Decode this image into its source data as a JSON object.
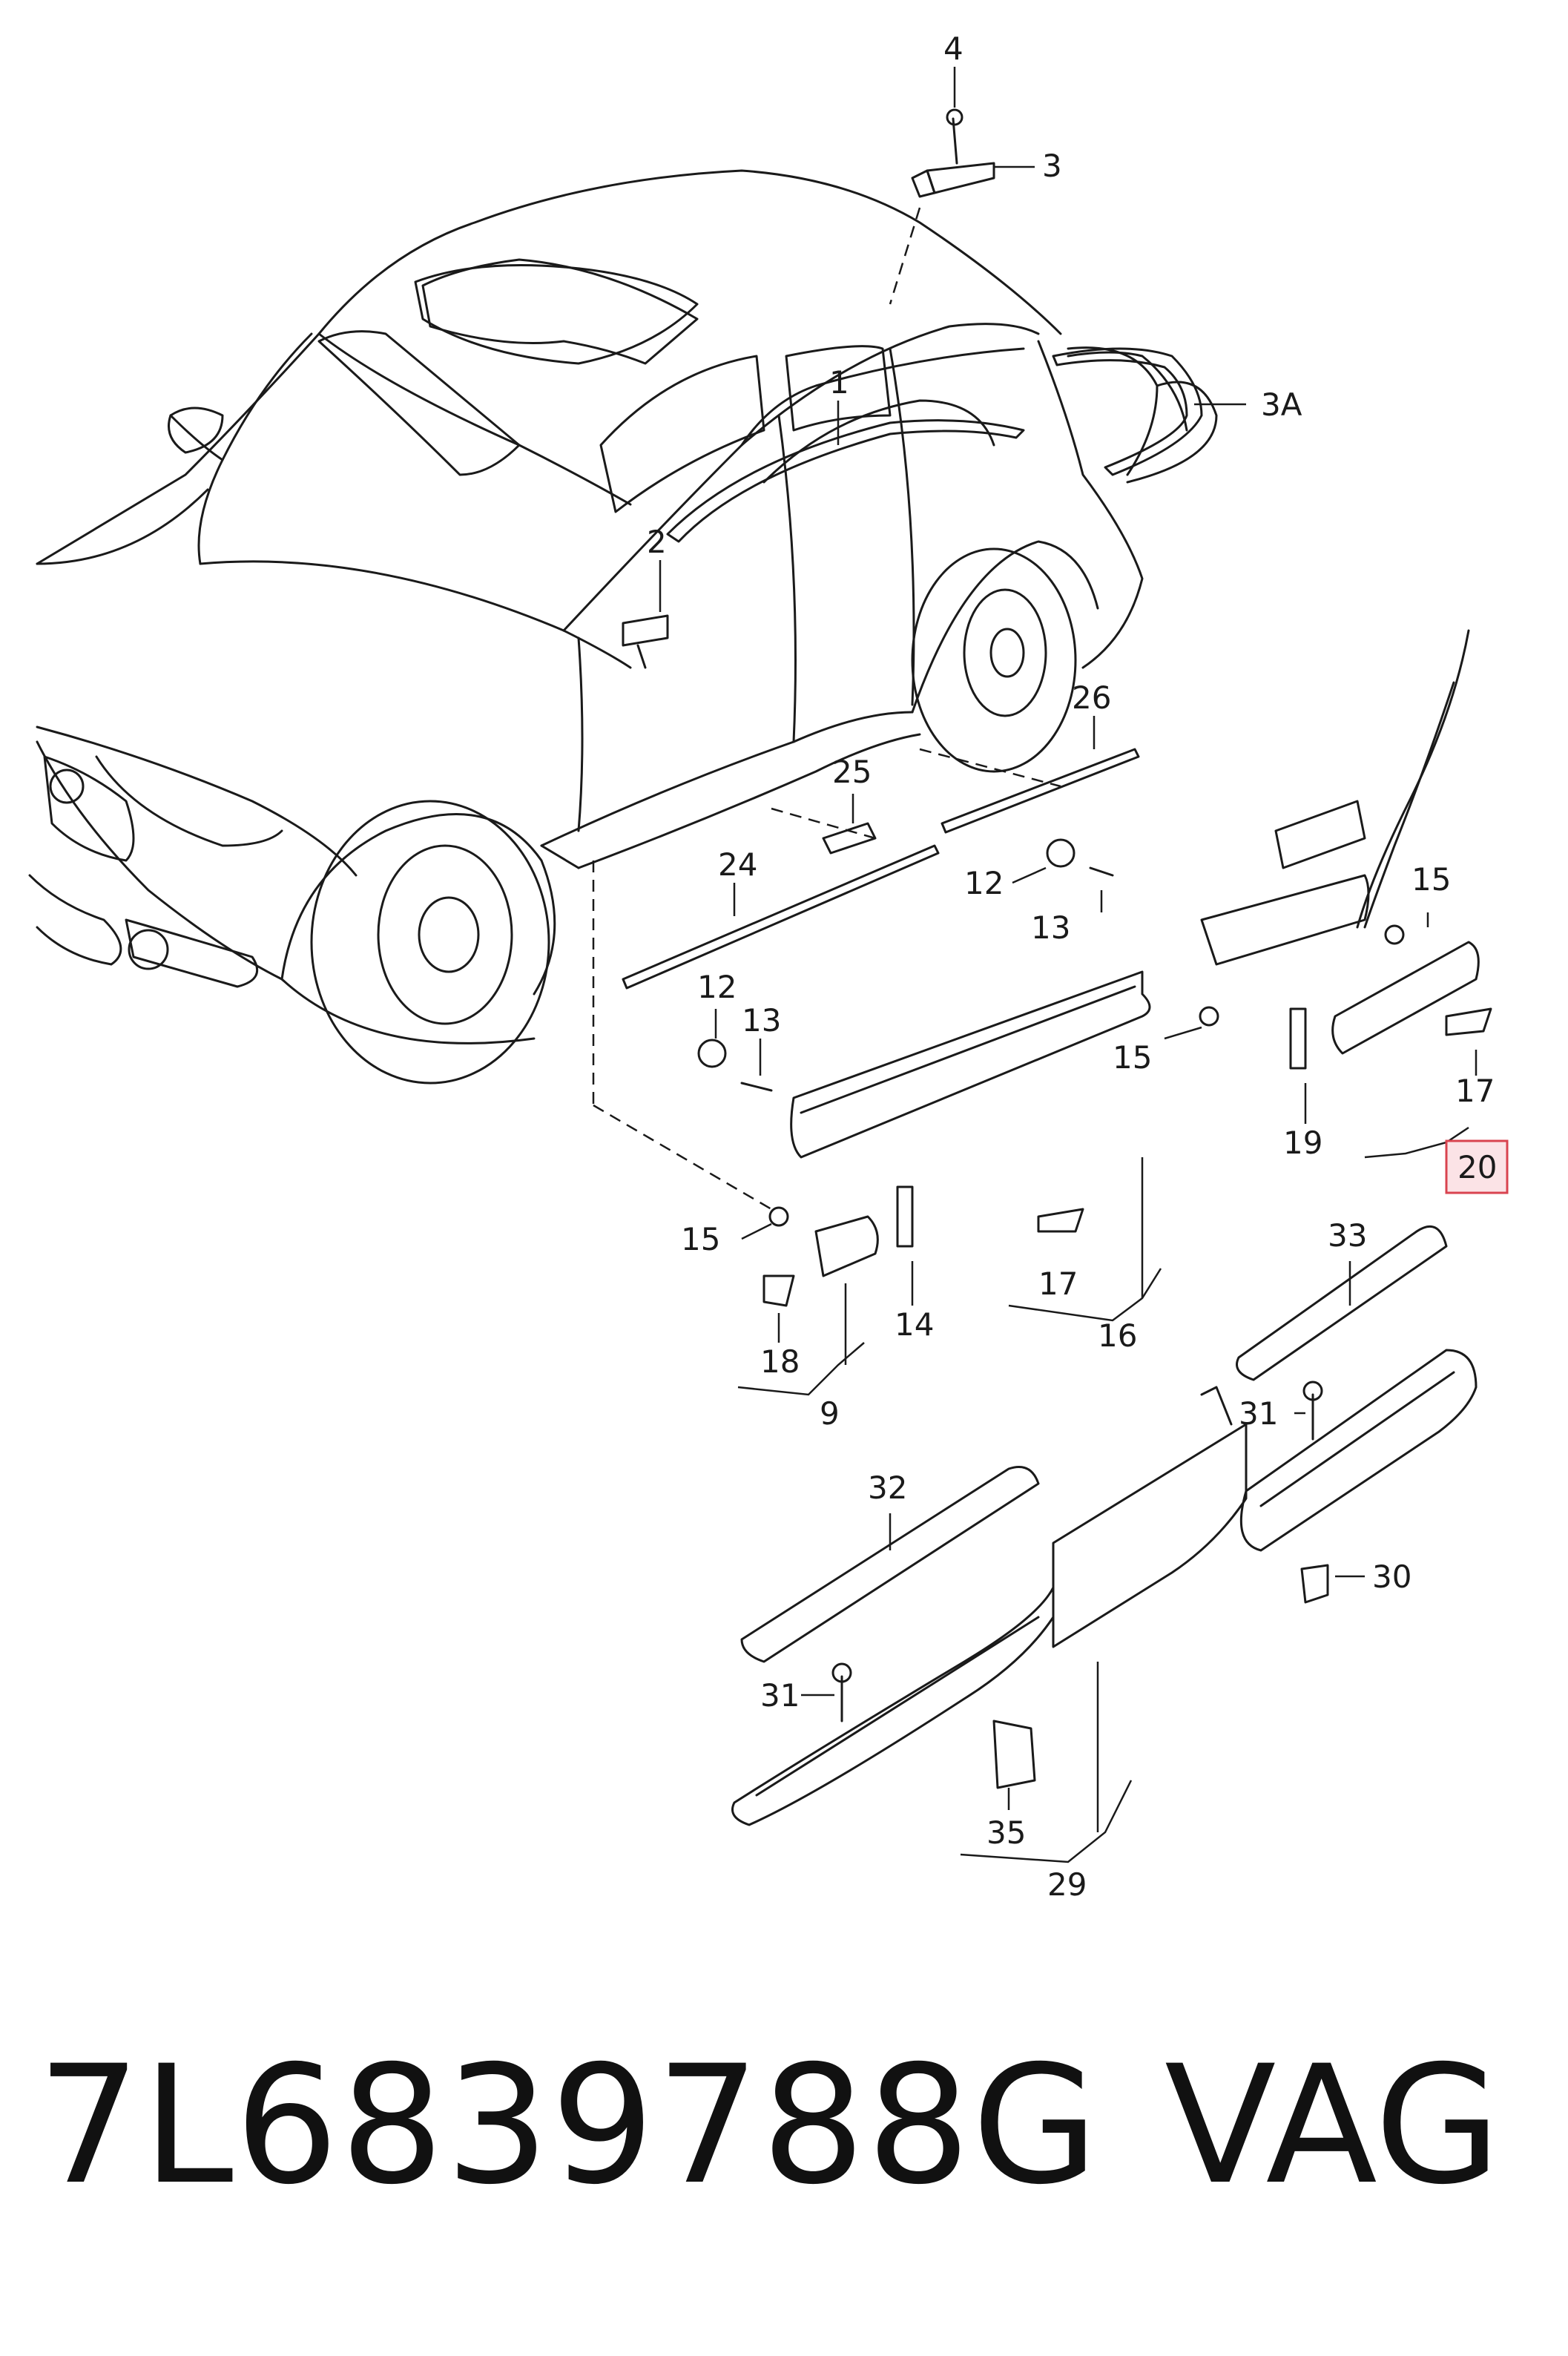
{
  "callouts": {
    "c4": "4",
    "c3": "3",
    "c3a": "3A",
    "c1": "1",
    "c2": "2",
    "c26": "26",
    "c25": "25",
    "c24": "24",
    "c12a": "12",
    "c13a": "13",
    "c12b": "12",
    "c13b": "13",
    "c15a": "15",
    "c15b": "15",
    "c15c": "15",
    "c17a": "17",
    "c17b": "17",
    "c20": "20",
    "c19": "19",
    "c14": "14",
    "c16": "16",
    "c18": "18",
    "c9": "9",
    "c33": "33",
    "c31a": "31",
    "c31b": "31",
    "c30": "30",
    "c32": "32",
    "c35": "35",
    "c29": "29"
  },
  "highlighted_callout": "20",
  "colors": {
    "highlight_fill": "#fbe3e6",
    "highlight_border": "#d9434f",
    "line": "#1a1a1a"
  },
  "footer": {
    "part_number": "7L6839788G",
    "brand": "VAG"
  }
}
